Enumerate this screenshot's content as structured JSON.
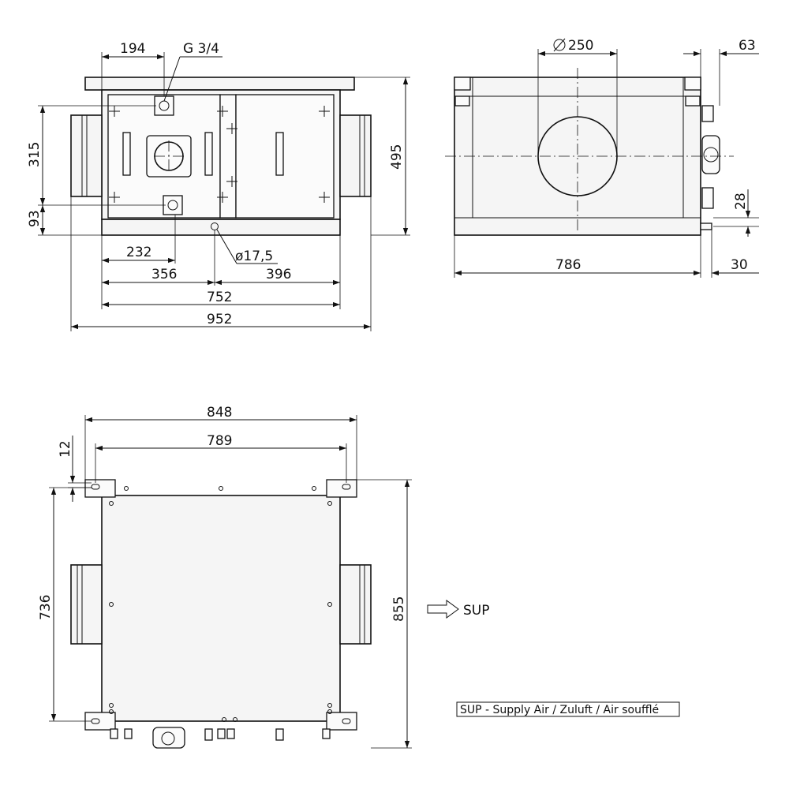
{
  "front_view": {
    "dim_194": "194",
    "thread": "G 3/4",
    "dim_315": "315",
    "dim_93": "93",
    "dim_495": "495",
    "dim_232": "232",
    "drain": "ø17,5",
    "dim_356": "356",
    "dim_396": "396",
    "dim_752": "752",
    "dim_952": "952"
  },
  "side_view": {
    "diameter": "250",
    "dim_63": "63",
    "dim_28": "28",
    "dim_786": "786",
    "dim_30": "30"
  },
  "top_view": {
    "dim_848": "848",
    "dim_789": "789",
    "dim_12": "12",
    "dim_736": "736",
    "dim_855": "855"
  },
  "flow": {
    "label": "SUP"
  },
  "legend": {
    "text": "SUP - Supply Air /  Zuluft /  Air soufflé"
  }
}
